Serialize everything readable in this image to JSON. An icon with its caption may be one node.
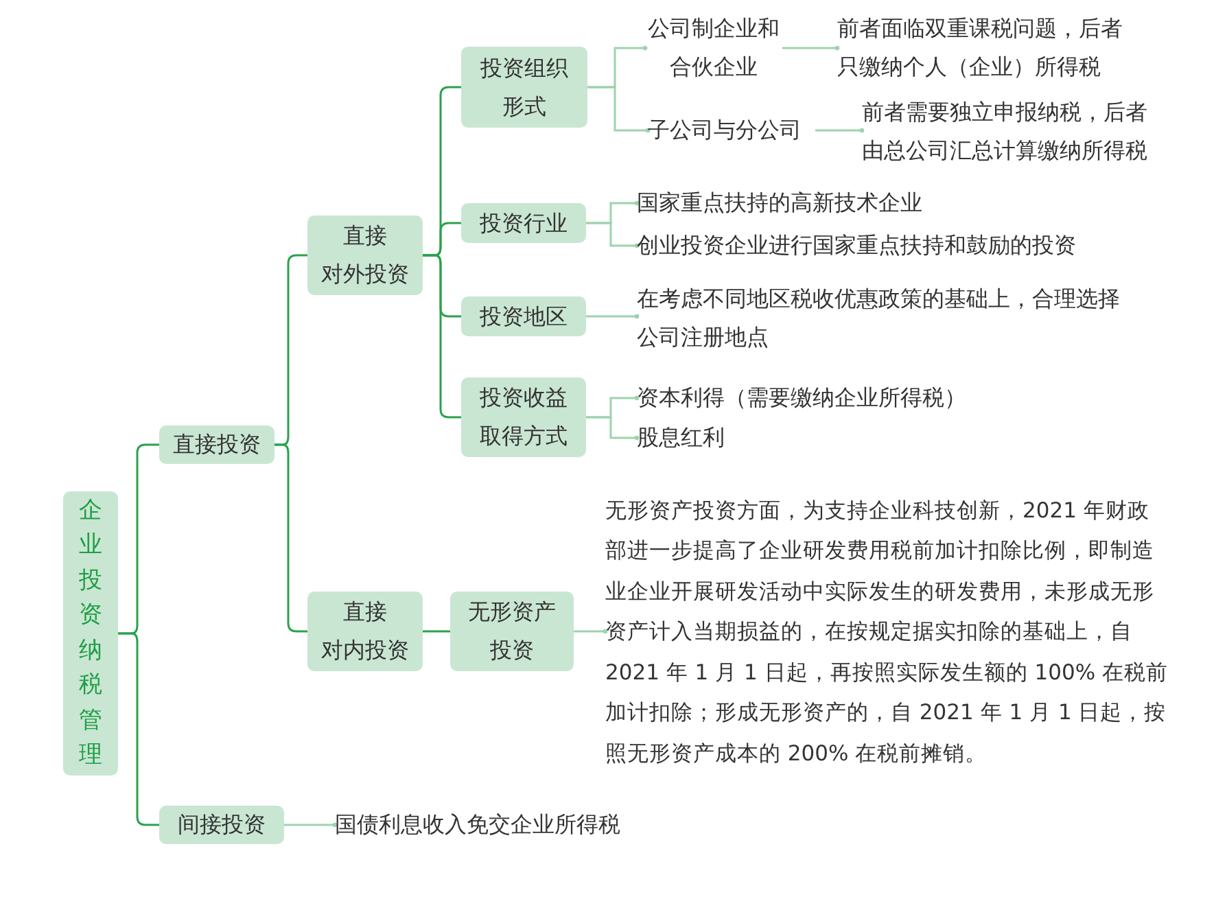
{
  "diagram": {
    "nodes": [
      {
        "text": [
          "企业投资纳税管理"
        ]
      },
      {
        "text": [
          "直接投资"
        ]
      },
      {
        "text": [
          "直接",
          "对外投资"
        ]
      },
      {
        "text": [
          "投资组织形式"
        ]
      },
      {
        "text": [
          "公司制企业和合伙企业"
        ]
      },
      {
        "text": [
          "前者面临双重课税问题，后者只缴纳个人（企业）所得税"
        ]
      },
      {
        "text": [
          "子公司与分公司"
        ]
      },
      {
        "text": [
          "前者需要独立申报纳税，后者由总公司汇总计算缴纳所得税"
        ]
      },
      {
        "text": [
          "投资行业"
        ]
      },
      {
        "text": [
          "国家重点扶持的高新技术企业"
        ]
      },
      {
        "text": [
          "创业投资企业进行国家重点扶持和鼓励的投资"
        ]
      },
      {
        "text": [
          "投资地区"
        ]
      },
      {
        "text": [
          "在考虑不同地区税收优惠政策的基础上，合理选择公司注册地点"
        ]
      },
      {
        "text": [
          "投资收益取得方式"
        ]
      },
      {
        "text": [
          "资本利得（需要缴纳企业所得税）"
        ]
      },
      {
        "text": [
          "股息红利"
        ]
      },
      {
        "text": [
          "直接",
          "对内投资"
        ]
      },
      {
        "text": [
          "无形资产投资"
        ]
      },
      {
        "text": [
          "无形资产投资方面，为支持企业科技创新，2021 年财政部进一步提高了企业研发费用税前加计扣除比例，即制造业企业开展研发活动中实际发生的研发费用，未形成无形资产计入当期损益的，在按规定据实扣除的基础上，自 2021 年 1 月 1 日起，再按照实际发生额的 100% 在税前加计扣除；形成无形资产的，自 2021 年 1 月 1 日起，按照无形资产成本的 200% 在税前摊销。"
        ]
      },
      {
        "text": [
          "间接投资"
        ]
      },
      {
        "text": [
          "国债利息收入免交企业所得税"
        ]
      }
    ],
    "edges": [
      {
        "from": 0,
        "to": 1,
        "arrow": "none",
        "color": "#2aa24c"
      },
      {
        "from": 0,
        "to": 19,
        "arrow": "none",
        "color": "#2aa24c"
      },
      {
        "from": 1,
        "to": 2,
        "arrow": "none",
        "color": "#2aa24c"
      },
      {
        "from": 1,
        "to": 16,
        "arrow": "none",
        "color": "#2aa24c"
      },
      {
        "from": 2,
        "to": 3,
        "arrow": "none",
        "color": "#2aa24c"
      },
      {
        "from": 2,
        "to": 8,
        "arrow": "none",
        "color": "#2aa24c"
      },
      {
        "from": 2,
        "to": 11,
        "arrow": "none",
        "color": "#2aa24c"
      },
      {
        "from": 2,
        "to": 13,
        "arrow": "none",
        "color": "#2aa24c"
      },
      {
        "from": 3,
        "to": 4,
        "arrow": "other"
      },
      {
        "from": 3,
        "to": 6,
        "arrow": "other"
      },
      {
        "from": 4,
        "to": 5,
        "arrow": "other"
      },
      {
        "from": 6,
        "to": 7,
        "arrow": "other"
      },
      {
        "from": 8,
        "to": 9,
        "arrow": "other"
      },
      {
        "from": 8,
        "to": 10,
        "arrow": "other"
      },
      {
        "from": 11,
        "to": 12,
        "arrow": "other"
      },
      {
        "from": 13,
        "to": 14,
        "arrow": "other"
      },
      {
        "from": 13,
        "to": 15,
        "arrow": "other"
      },
      {
        "from": 16,
        "to": 17,
        "arrow": "none",
        "color": "#2aa24c"
      },
      {
        "from": 17,
        "to": 18,
        "arrow": "other"
      },
      {
        "from": 19,
        "to": 20,
        "arrow": "other"
      }
    ]
  }
}
